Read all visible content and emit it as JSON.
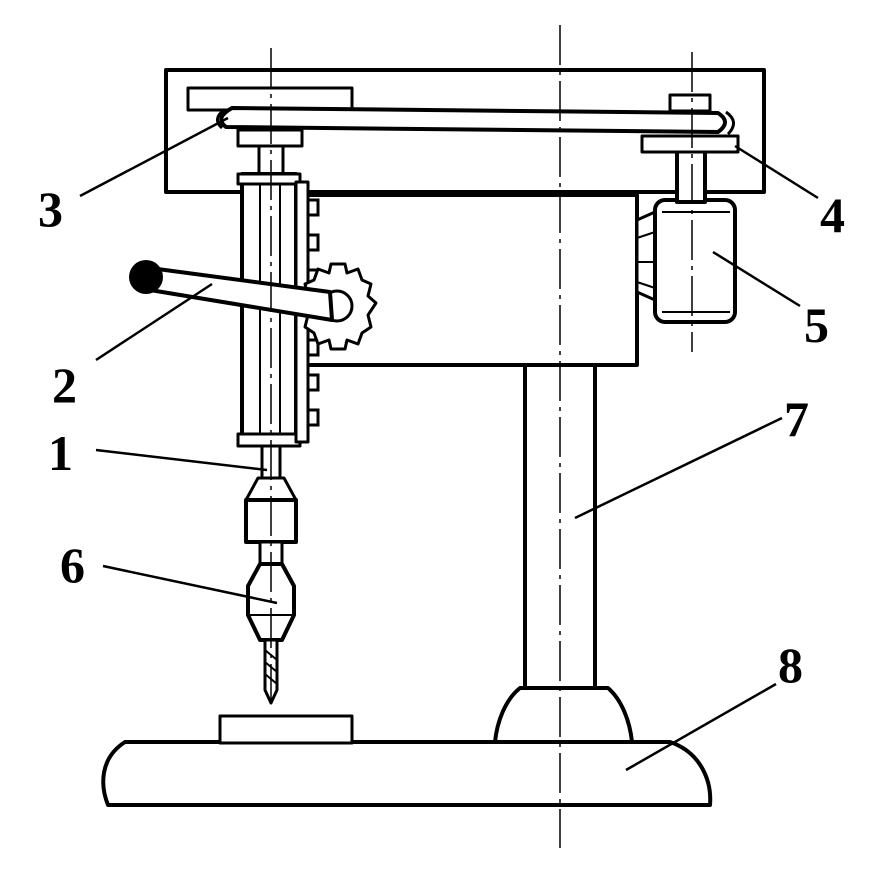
{
  "labels": [
    {
      "id": "1",
      "text": "1"
    },
    {
      "id": "2",
      "text": "2"
    },
    {
      "id": "3",
      "text": "3"
    },
    {
      "id": "4",
      "text": "4"
    },
    {
      "id": "5",
      "text": "5"
    },
    {
      "id": "6",
      "text": "6"
    },
    {
      "id": "7",
      "text": "7"
    },
    {
      "id": "8",
      "text": "8"
    }
  ],
  "colors": {
    "line": "#000000",
    "background": "#ffffff"
  }
}
